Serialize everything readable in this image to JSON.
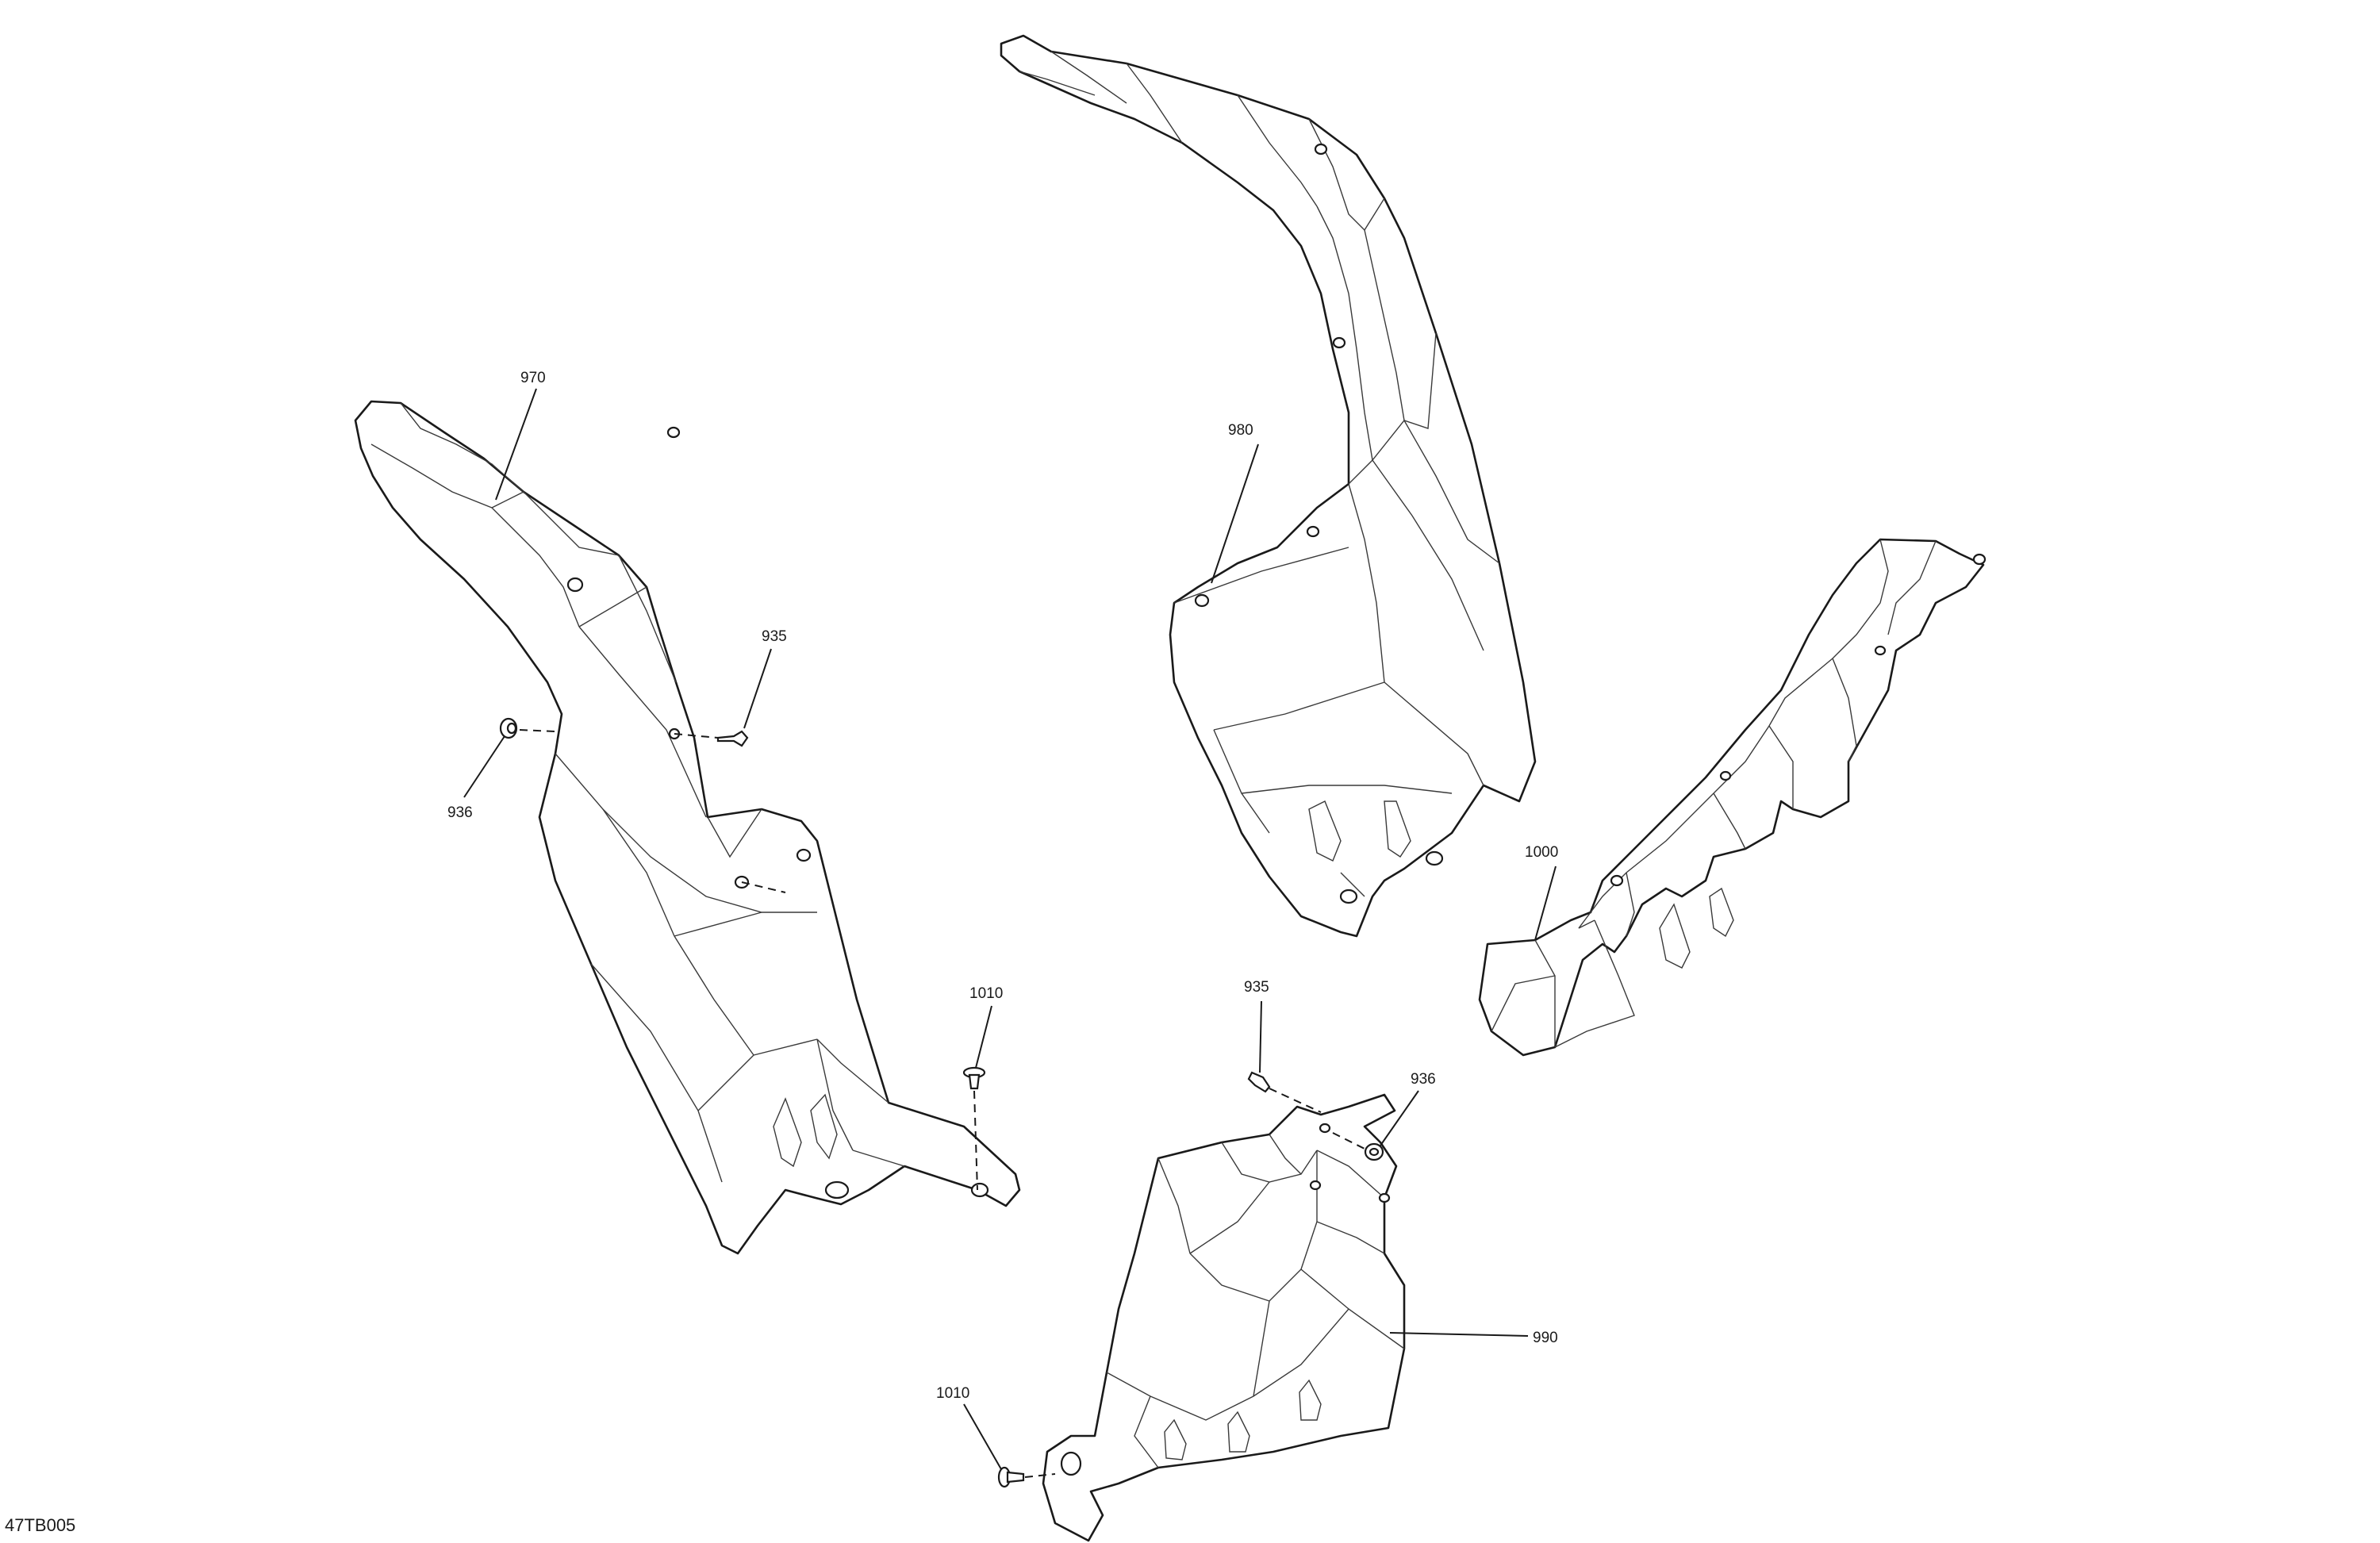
{
  "callouts": {
    "c970": "970",
    "c980": "980",
    "c935_left": "935",
    "c936_left": "936",
    "c1010_left": "1010",
    "c1000": "1000",
    "c935_center": "935",
    "c936_center": "936",
    "c990": "990",
    "c1010_bottom": "1010"
  },
  "figure_code": "47TB005",
  "colors": {
    "line": "#1a1a1a",
    "background": "#ffffff"
  }
}
